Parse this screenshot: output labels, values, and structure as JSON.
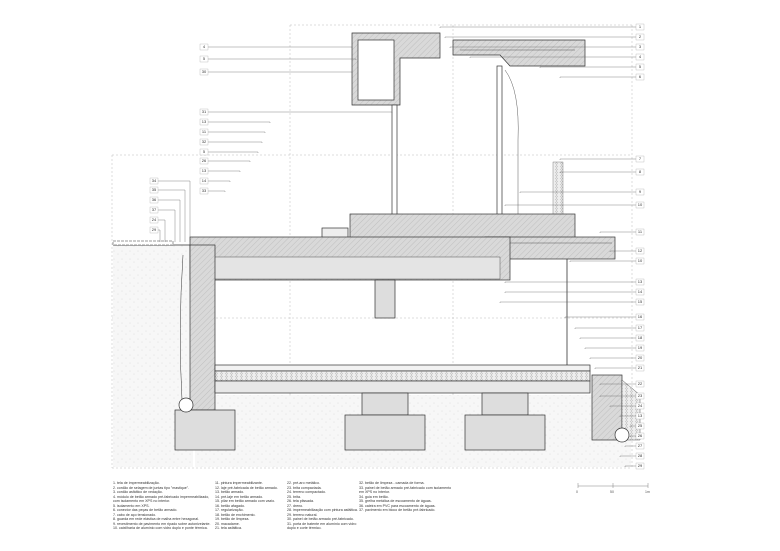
{
  "labels": {
    "right": [
      "1",
      "2",
      "3",
      "4",
      "5",
      "6",
      "7",
      "8",
      "9",
      "10",
      "11",
      "12",
      "10",
      "13",
      "14",
      "15",
      "16",
      "17",
      "18",
      "19",
      "20",
      "21",
      "22",
      "23",
      "24",
      "13",
      "25",
      "26",
      "27",
      "28",
      "29"
    ],
    "mid": [
      "4",
      "5",
      "30",
      "31",
      "13",
      "11",
      "32",
      "5",
      "26",
      "13",
      "14",
      "33"
    ],
    "left": [
      "34",
      "35",
      "36",
      "37",
      "24",
      "29"
    ]
  },
  "legend": [
    [
      "1. tela de impermeabilização.",
      "2. cordão de selagem de juntas tipo \"mastique\".",
      "3. cordão asfáltico de vedação.",
      "4. módulo de betão armado pré-fabricado impermeabilizado,",
      "com isolamento em XPS no interior.",
      "5. isolamento em XPS.",
      "6. conector das peças de betão armado.",
      "7. cabo de aço tensionado.",
      "8. guarda em rede elástica de malha entre hexagonal.",
      "9. revestimento de pavimento em ripado sobre autonivelante.",
      "10. caixilharia de alumínio com vidro duplo e ponte térmica."
    ],
    [
      "11. pintura impermeabilizante.",
      "12. laje pré-fabricada de betão armado.",
      "13. betão armado.",
      "14. pré-laje em betão armado.",
      "15. pilar em betão armado com vazio.",
      "16. betão afagado.",
      "17. regularização.",
      "18. betão de enchimento.",
      "19. betão de limpeza.",
      "20. macadame.",
      "21. tela asfáltica."
    ],
    [
      "22. pré-aro metálico.",
      "23. brita compactada.",
      "24. terreno compactado.",
      "25. brita.",
      "26. tela plissada.",
      "27. dreno.",
      "28. impermeabilização com pintura asfáltica.",
      "29. terreno natural.",
      "30. painel de betão armado pré-fabricado.",
      "31. porta de batente em alumínio com vidro",
      "duplo e corte térmico."
    ],
    [
      "32. betão de limpeza - camada de forma.",
      "33. painel de betão armado pré-fabricado com isolamento",
      "em XPS no interior.",
      "34. guia em betão.",
      "35. grelha metálica de escoamento de águas.",
      "36. caleira em PVC para escoamento de águas.",
      "37. pavimento em bloco de betão pré-fabricado."
    ]
  ],
  "scale": [
    "0",
    "50",
    "1m"
  ],
  "colors": {
    "concrete": "#d6d6d6",
    "line": "#333333",
    "grid": "#bbbbbb"
  }
}
